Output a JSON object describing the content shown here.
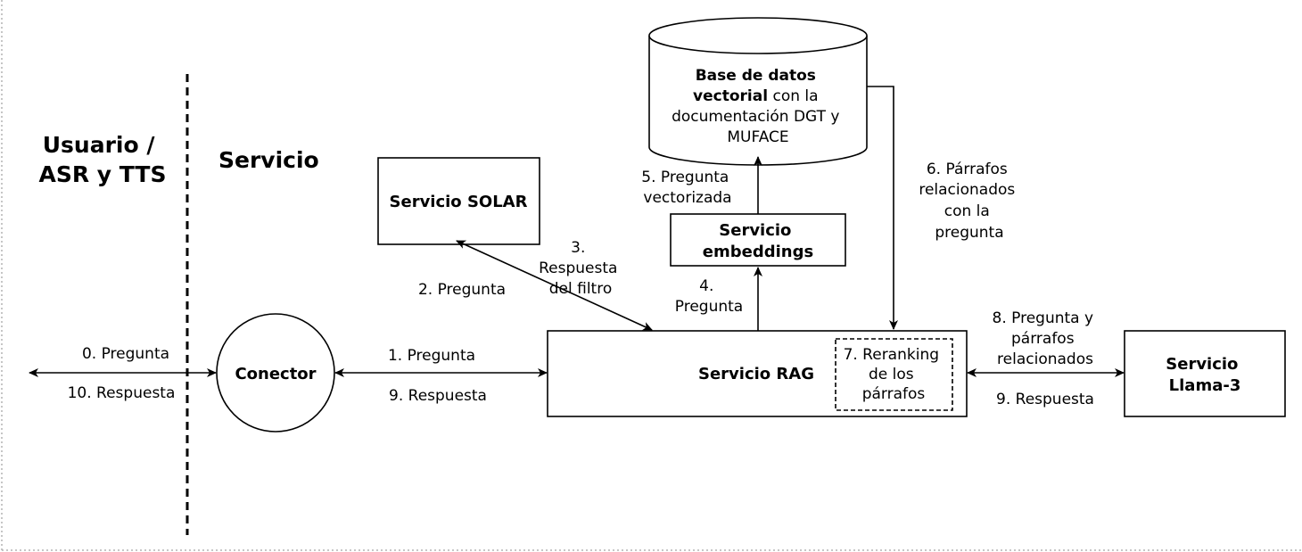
{
  "headings": {
    "user_line1": "Usuario /",
    "user_line2": "ASR y TTS",
    "service": "Servicio"
  },
  "nodes": {
    "database": {
      "line1_bold": "Base de datos",
      "line2_bold": "vectorial",
      "line2_rest": " con la",
      "line3": "documentación DGT y",
      "line4": "MUFACE"
    },
    "solar": "Servicio SOLAR",
    "embeddings_line1": "Servicio",
    "embeddings_line2": "embeddings",
    "connector": "Conector",
    "rag": "Servicio RAG",
    "reranking_line1": "7. Reranking",
    "reranking_line2": "de los",
    "reranking_line3": "párrafos",
    "llama_line1": "Servicio",
    "llama_line2": "Llama-3"
  },
  "edges": {
    "e0": "0. Pregunta",
    "e10": "10. Respuesta",
    "e1": "1. Pregunta",
    "e9a": "9. Respuesta",
    "e2": "2. Pregunta",
    "e3_line1": "3.",
    "e3_line2": "Respuesta",
    "e3_line3": "del filtro",
    "e4_line1": "4.",
    "e4_line2": "Pregunta",
    "e5_line1": "5. Pregunta",
    "e5_line2": "vectorizada",
    "e6_line1": "6. Párrafos",
    "e6_line2": "relacionados",
    "e6_line3": "con la",
    "e6_line4": "pregunta",
    "e8_line1": "8. Pregunta y",
    "e8_line2": "párrafos",
    "e8_line3": "relacionados",
    "e9b": "9. Respuesta"
  },
  "colors": {
    "stroke": "#000000",
    "background": "#ffffff",
    "frame": "#b3b3b3"
  }
}
